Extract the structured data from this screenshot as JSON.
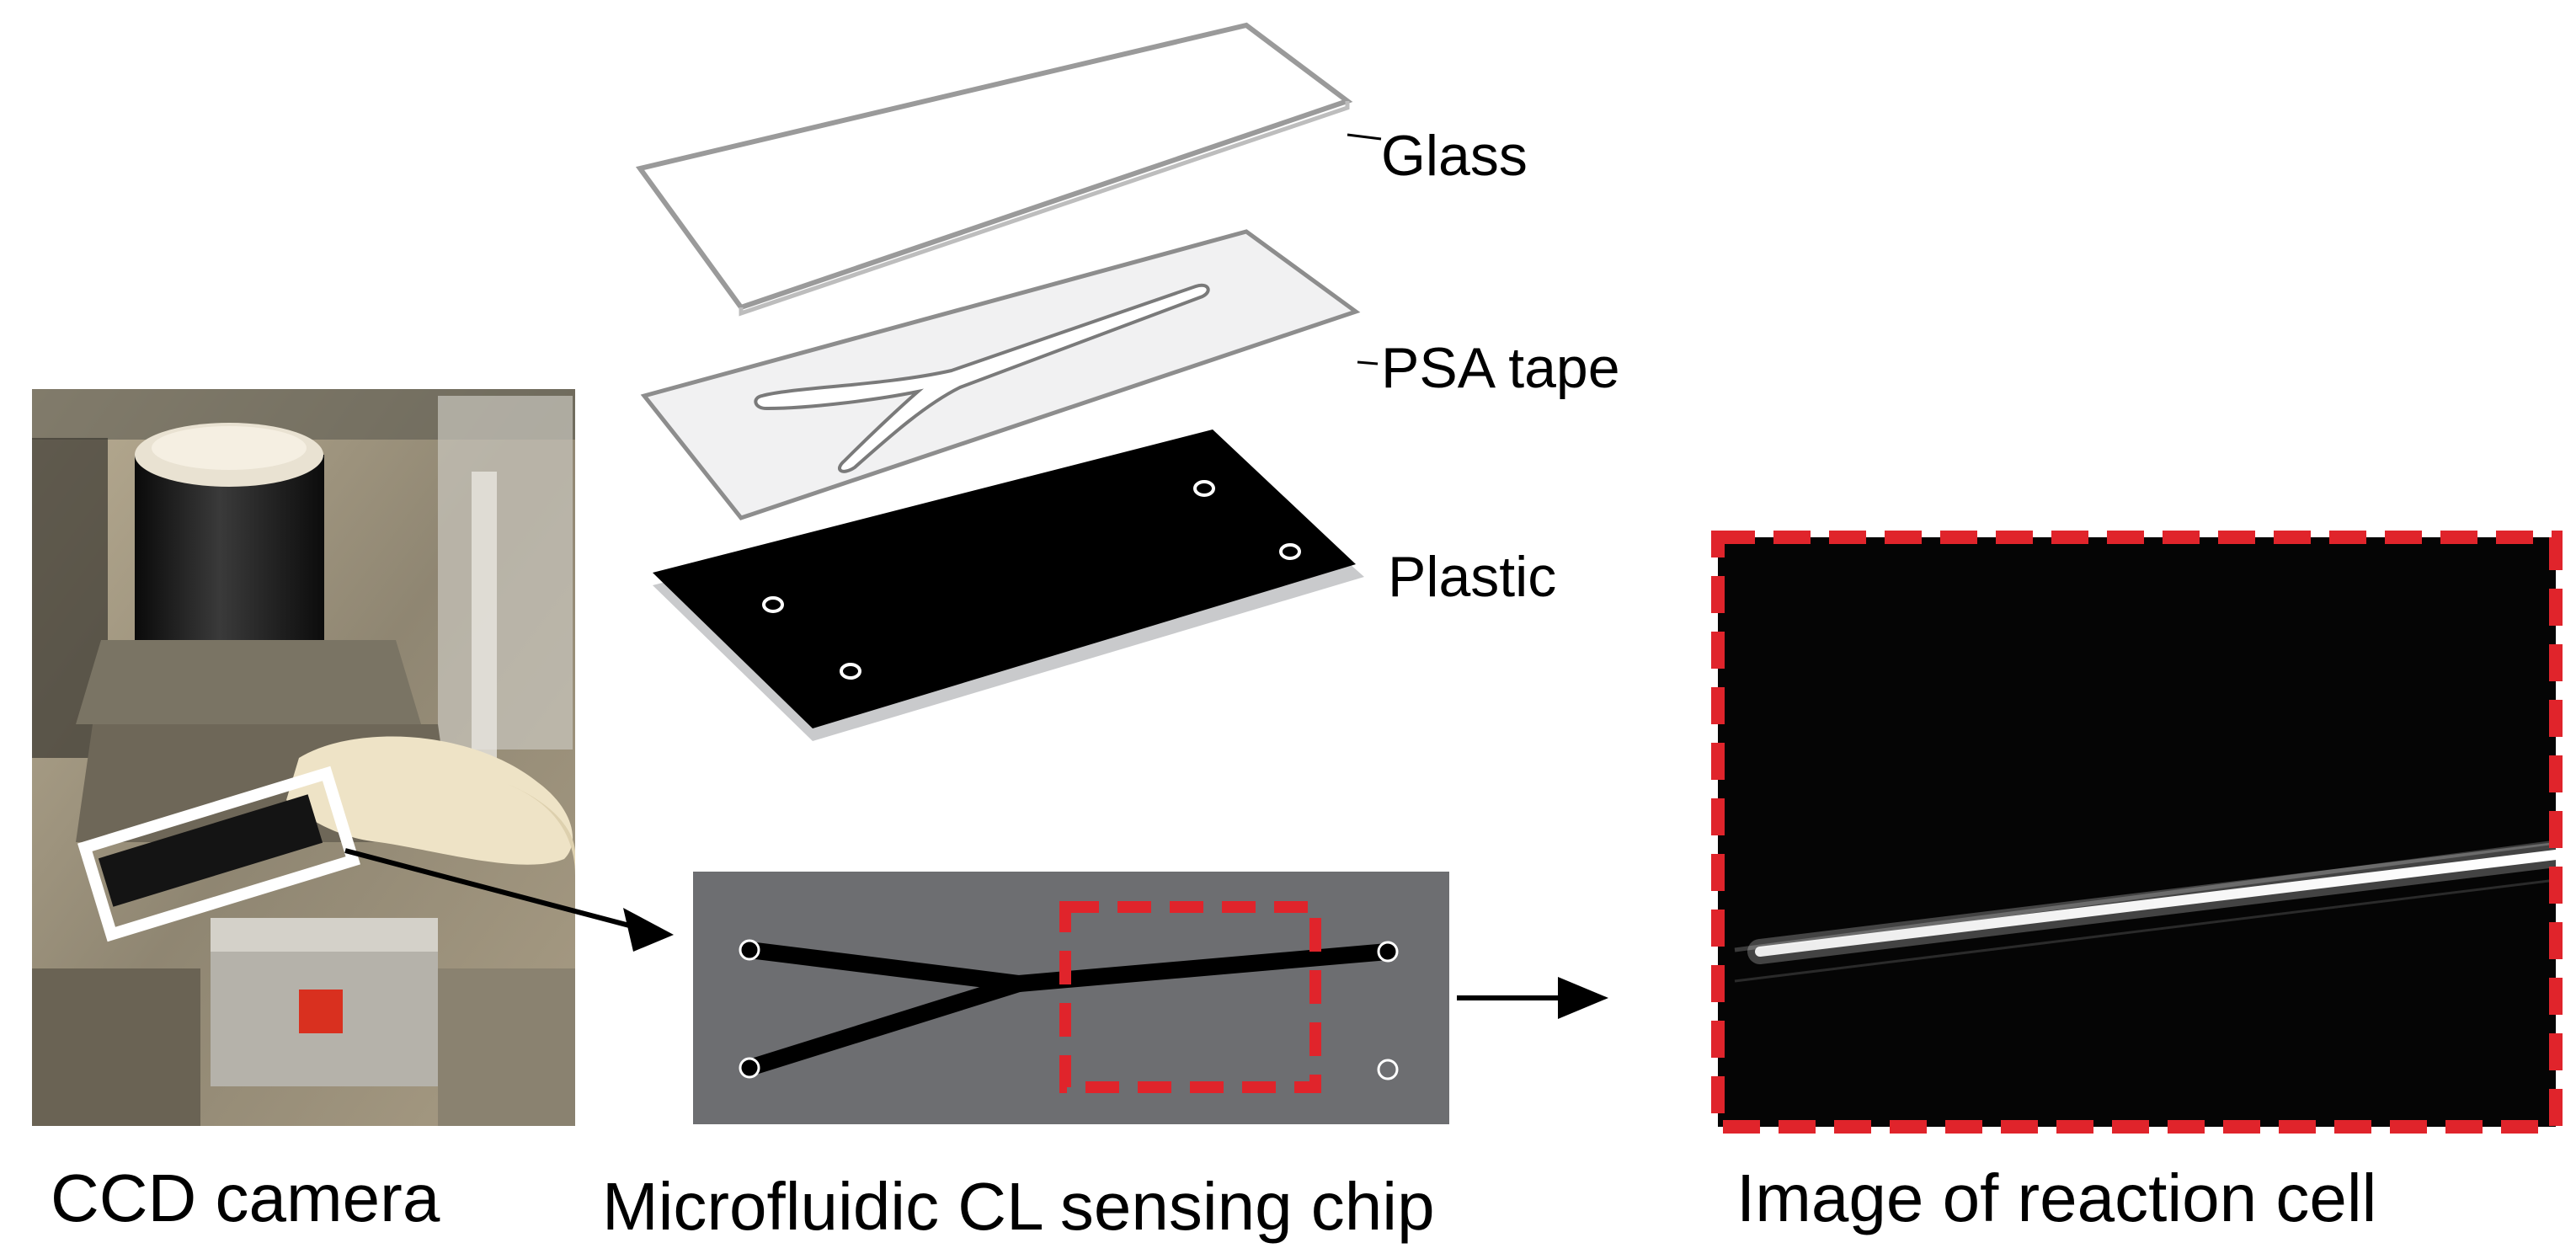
{
  "layers": {
    "glass_label": "Glass",
    "psa_tape_label": "PSA tape",
    "plastic_label": "Plastic"
  },
  "captions": {
    "camera": "CCD camera",
    "chip": "Microfluidic CL sensing chip",
    "reaction_image": "Image of reaction cell"
  },
  "colors": {
    "highlight_dashed": "#e0242b",
    "chip_background": "#6d6e71",
    "channel": "#000000",
    "plastic_layer": "#000000",
    "reaction_background": "#050505",
    "reaction_streak": "#f2f2f2",
    "photo_frame": "#ffffff"
  },
  "icons": {
    "flow_arrow": "right-arrow-icon",
    "outlet_hole": "circle-outline-icon"
  }
}
